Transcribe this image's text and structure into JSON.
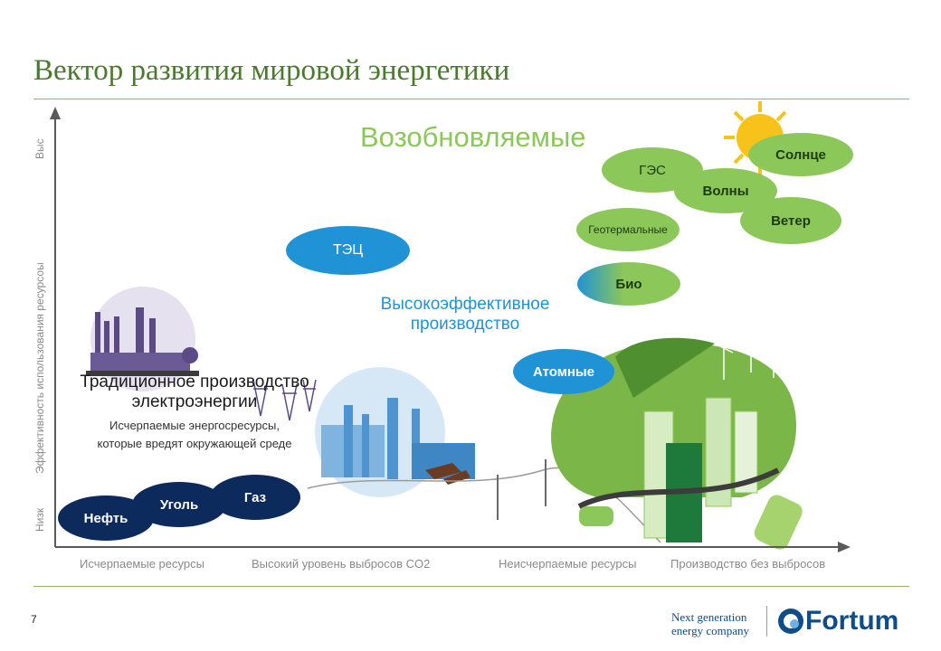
{
  "slide": {
    "title": "Вектор развития мировой энергетики",
    "page_number": "7"
  },
  "axes": {
    "y_high": "Выс",
    "y_label": "Эффективность использования ресурсоы",
    "y_low": "Низк",
    "x_labels": [
      "Исчерпаемые ресурсы",
      "Высокий уровень выбросов CO2",
      "Неисчерпаемые ресурсы",
      "Производство без выбросов"
    ]
  },
  "sections": {
    "renewables_title": "Возобновляемые",
    "highefficiency_line1": "Высокоэффективное",
    "highefficiency_line2": "производство",
    "traditional_line1": "Традиционное производство",
    "traditional_line2": "электроэнергии",
    "traditional_sub_line1": "Исчерпаемые энергосресурсы,",
    "traditional_sub_line2": "которые вредят окружающей среде"
  },
  "bubbles": {
    "oil": "Нефть",
    "coal": "Уголь",
    "gas": "Газ",
    "chp": "ТЭЦ",
    "nuclear": "Атомные",
    "bio": "Био",
    "geothermal": "Геотермальные",
    "hydro": "ГЭС",
    "waves": "Волны",
    "sun": "Солнце",
    "wind": "Ветер"
  },
  "footer": {
    "tagline_line1": "Next generation",
    "tagline_line2": "energy company",
    "brand": "Fortum"
  },
  "colors": {
    "title_green": "#4a7a2e",
    "navy": "#0d2a5c",
    "blue": "#1f93d6",
    "light_green": "#8cc75a",
    "fortum_blue": "#0f4c8a",
    "axis": "#5a5a5a"
  }
}
